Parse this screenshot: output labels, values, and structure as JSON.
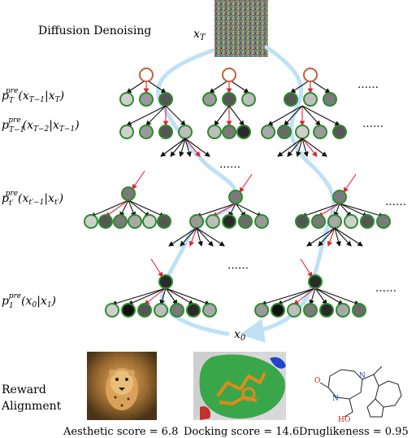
{
  "title": "Diffusion Denoising",
  "noise_label": "x",
  "noise_sub": "T",
  "output_label": "x",
  "output_sub": "0",
  "level_labels": [
    {
      "p": "p",
      "sup": "pre",
      "sub": "T",
      "args": "(x",
      "a1": "T−1",
      "mid": "|x",
      "a2": "T",
      "close": ")"
    },
    {
      "p": "p",
      "sup": "pre",
      "sub": "T−1",
      "args": "(x",
      "a1": "T−2",
      "mid": "|x",
      "a2": "T−1",
      "close": ")"
    },
    {
      "p": "p",
      "sup": "pre",
      "sub": "t′",
      "args": "(x",
      "a1": "t′−1",
      "mid": "|x",
      "a2": "t′",
      "close": ")"
    },
    {
      "p": "p",
      "sup": "pre",
      "sub": "1",
      "args": "(x",
      "a1": "0",
      "mid": "|x",
      "a2": "1",
      "close": ")"
    }
  ],
  "ellipsis": "……",
  "reward": {
    "label_line1": "Reward",
    "label_line2": "Alignment",
    "scores": [
      {
        "text": "Aesthetic score = 6.8"
      },
      {
        "text": "Docking score = 14.6"
      },
      {
        "text": "Druglikeness = 0.95"
      }
    ]
  },
  "molecule_atoms": {
    "o1": "O",
    "n1": "N",
    "n2": "N",
    "ho": "HO"
  },
  "colors": {
    "node_border": "#2e8b2e",
    "root_border": "#c0603a",
    "path": "#bfe1f5",
    "arrow_red": "#e0223a",
    "arrow_black": "#111111"
  }
}
